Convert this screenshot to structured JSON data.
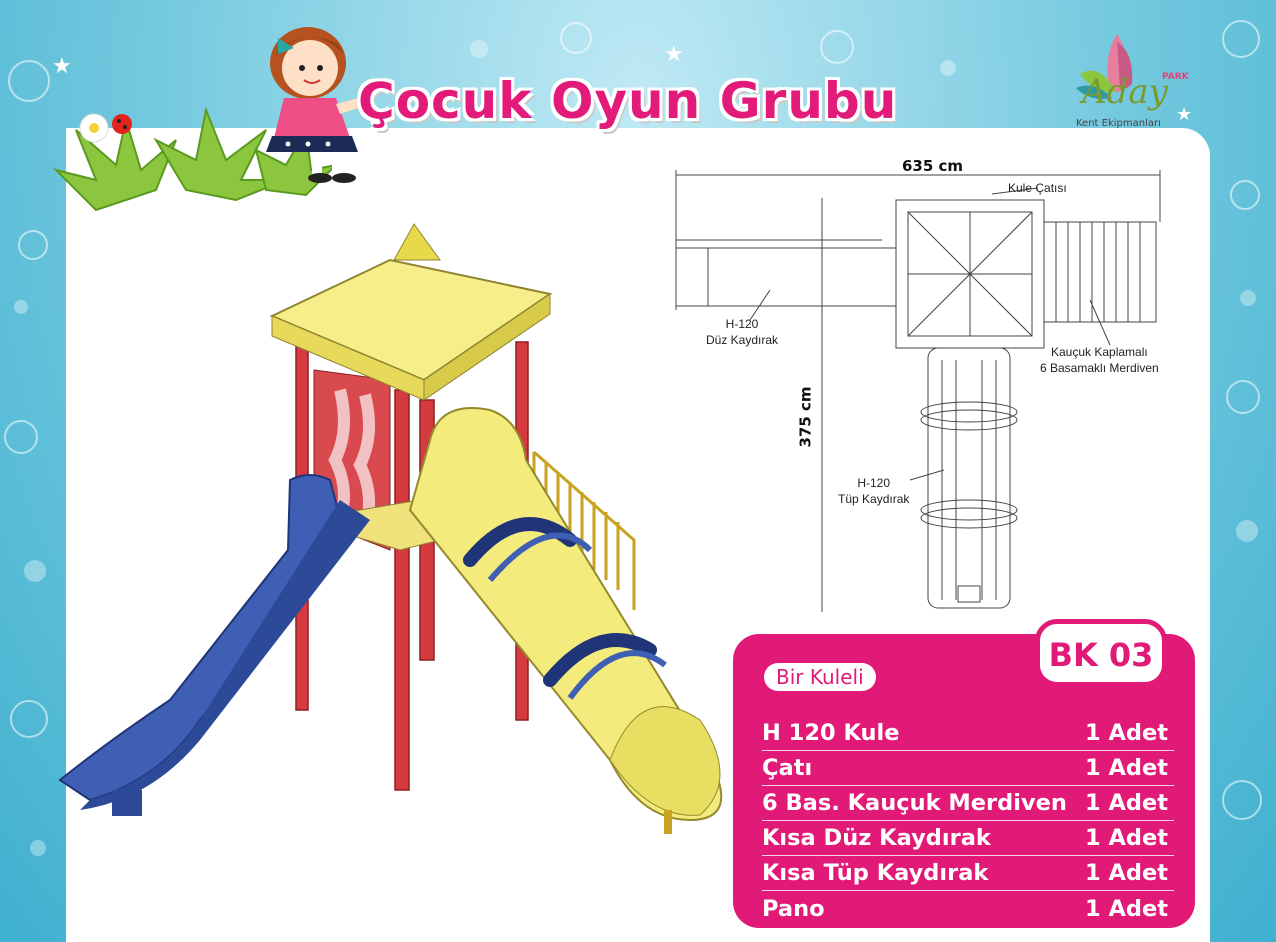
{
  "title": "Çocuk Oyun Grubu",
  "logo": {
    "brand": "Aday",
    "park": "PARK",
    "subtitle": "Kent Ekipmanları"
  },
  "drawing": {
    "width_dim": "635 cm",
    "height_dim": "375 cm",
    "labels": {
      "roof": "Kule Çatısı",
      "straight_slide": [
        "H-120",
        "Düz Kaydırak"
      ],
      "stairs": [
        "Kauçuk Kaplamalı",
        "6 Basamaklı Merdiven"
      ],
      "tube_slide": [
        "H-120",
        "Tüp Kaydırak"
      ]
    }
  },
  "product": {
    "code": "BK 03",
    "category": "Bir Kuleli",
    "items": [
      {
        "name": "H 120 Kule",
        "qty": "1 Adet"
      },
      {
        "name": "Çatı",
        "qty": "1 Adet"
      },
      {
        "name": "6 Bas. Kauçuk Merdiven",
        "qty": "1 Adet"
      },
      {
        "name": "Kısa Düz Kaydırak",
        "qty": "1 Adet"
      },
      {
        "name": "Kısa Tüp Kaydırak",
        "qty": "1 Adet"
      },
      {
        "name": "Pano",
        "qty": "1 Adet"
      }
    ]
  },
  "colors": {
    "accent": "#e11a78",
    "background": "#5bbfd8",
    "roof": "#f2ea7a",
    "post": "#d43a3e",
    "slide": "#3f5fb5",
    "tube": "#f3ec7c"
  }
}
